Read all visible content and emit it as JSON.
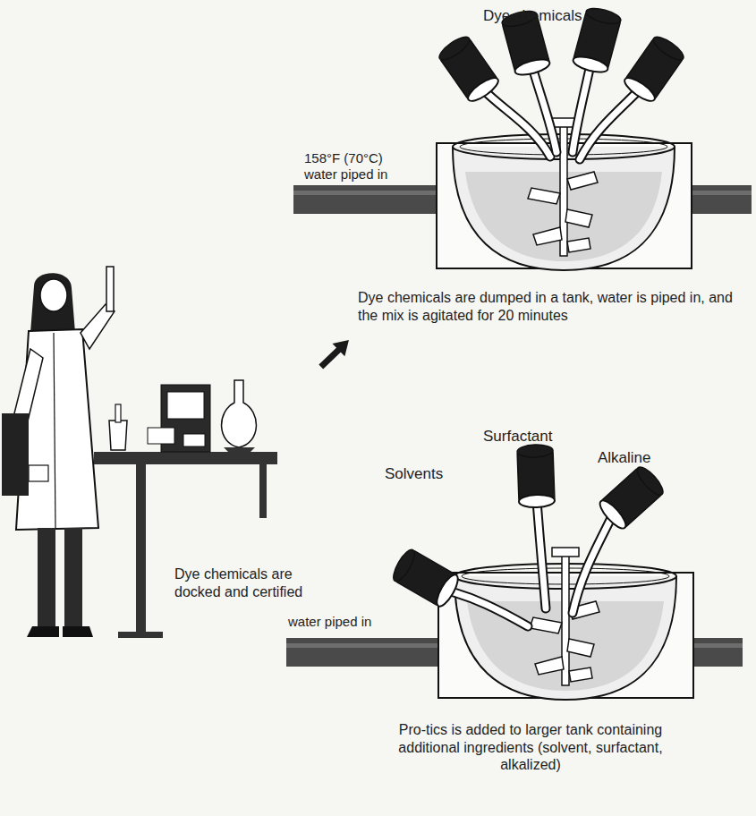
{
  "diagram": {
    "nodes": [
      {
        "text": [
          "Dye chemicals",
          "158°F (70°C) water piped in",
          "Dye chemicals are dumped in a tank, water is piped in, and the mix is agitated for 20 minutes"
        ]
      },
      {
        "text": [
          "Dye chemicals are docked and certified"
        ]
      },
      {
        "text": [
          "Solvents",
          "Surfactant",
          "Alkaline",
          "water piped in",
          "Pro-tics is added to larger tank containing additional ingredients (solvent, surfactant, alkalized)"
        ]
      }
    ],
    "edges": [
      {
        "from": 1,
        "to": 0,
        "arrow": "to"
      }
    ]
  }
}
